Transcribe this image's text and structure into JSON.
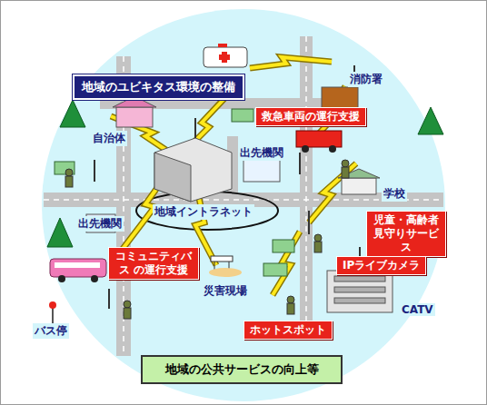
{
  "diagram": {
    "nodes": [
      {
        "text": [
          "地域のユビキタス環境の整備"
        ]
      },
      {
        "text": [
          "救急車両の運行支援"
        ]
      },
      {
        "text": [
          "児童・高齢者 見守りサービス"
        ]
      },
      {
        "text": [
          "コミュニティバス の運行支援"
        ]
      },
      {
        "text": [
          "IPライブカメラ"
        ]
      },
      {
        "text": [
          "ホットスポット"
        ]
      },
      {
        "text": [
          "地域の公共サービスの向上等"
        ]
      }
    ],
    "edges": [],
    "labels": [
      "消防署",
      "自治体",
      "出先機関",
      "学校",
      "地域イントラネット",
      "出先機関",
      "CATV",
      "災害現場",
      "バス停"
    ]
  }
}
